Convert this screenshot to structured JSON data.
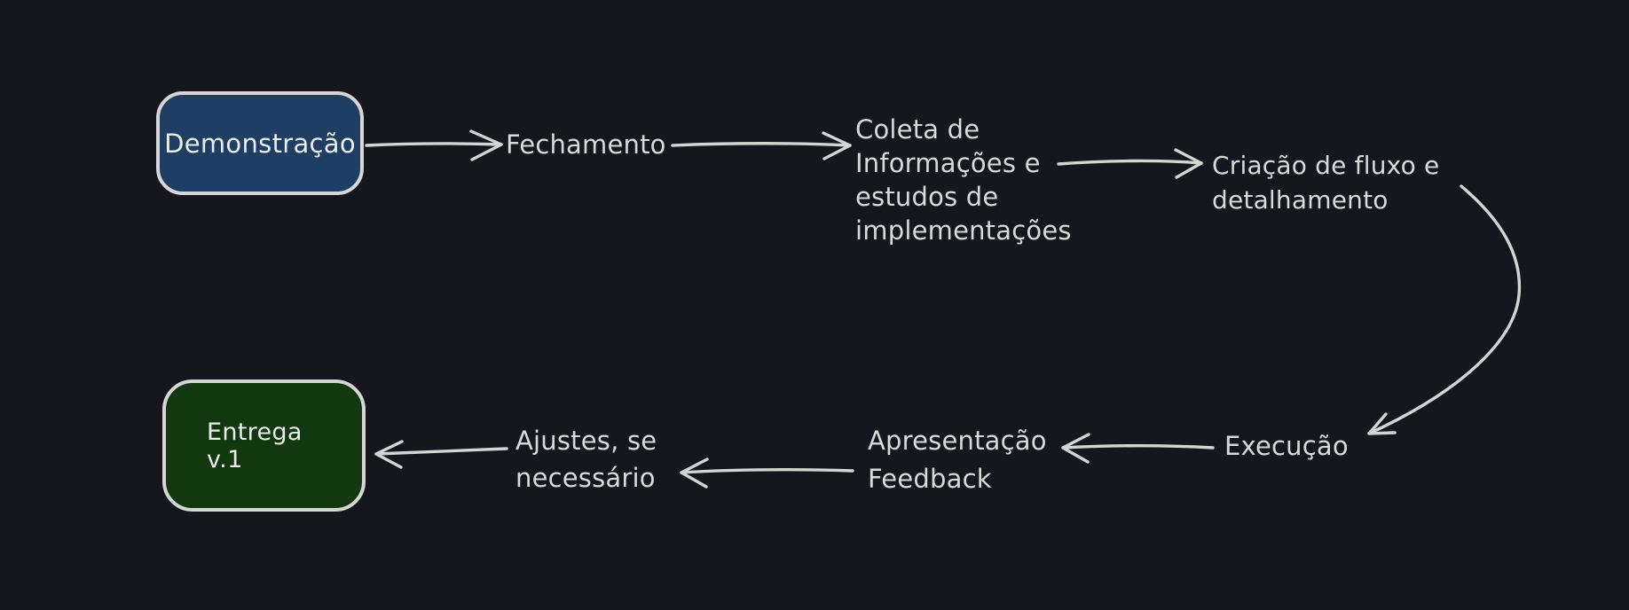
{
  "canvas": {
    "background": "#15171c",
    "arrow_stroke": "#d4d4d4",
    "label_color": "#d9d9d9",
    "box_border": "#d6d6d6",
    "box_text": "#ececec"
  },
  "nodes": {
    "demonstracao": {
      "label": "Demonstração",
      "fill": "#1e3f63"
    },
    "entrega": {
      "lines": [
        "Entrega",
        "v.1"
      ],
      "fill": "#12380f"
    }
  },
  "labels": {
    "fechamento": {
      "text": "Fechamento"
    },
    "coleta": {
      "lines": [
        "Coleta de",
        "Informações e",
        "estudos de",
        "implementações"
      ]
    },
    "criacao": {
      "lines": [
        "Criação de fluxo e",
        "detalhamento"
      ]
    },
    "execucao": {
      "text": "Execução"
    },
    "apresentacao": {
      "lines": [
        "Apresentação",
        "Feedback"
      ]
    },
    "ajustes": {
      "lines": [
        "Ajustes, se",
        "necessário"
      ]
    }
  },
  "edges": [
    {
      "from": "Demonstração",
      "to": "Fechamento"
    },
    {
      "from": "Fechamento",
      "to": "Coleta de Informações e estudos de implementações"
    },
    {
      "from": "Coleta de Informações e estudos de implementações",
      "to": "Criação de fluxo e detalhamento"
    },
    {
      "from": "Criação de fluxo e detalhamento",
      "to": "Execução"
    },
    {
      "from": "Execução",
      "to": "Apresentação Feedback"
    },
    {
      "from": "Apresentação Feedback",
      "to": "Ajustes, se necessário"
    },
    {
      "from": "Ajustes, se necessário",
      "to": "Entrega v.1"
    }
  ]
}
